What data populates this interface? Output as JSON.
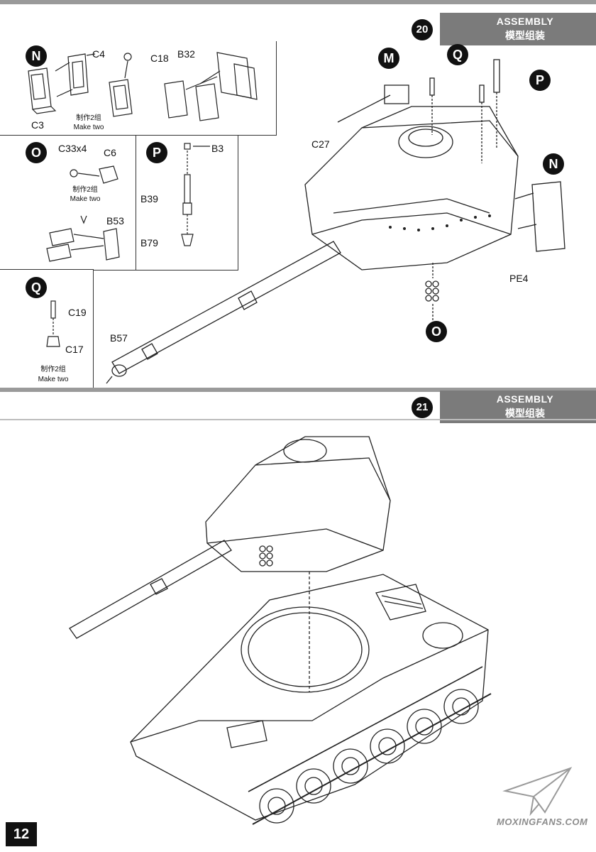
{
  "page": {
    "number": "12",
    "watermark": "MOXINGFANS.COM"
  },
  "steps": [
    {
      "number": "20",
      "title_en": "ASSEMBLY",
      "title_cn": "模型组装"
    },
    {
      "number": "21",
      "title_en": "ASSEMBLY",
      "title_cn": "模型组装"
    }
  ],
  "subassemblies": {
    "N": {
      "badge": "N",
      "parts": [
        "C4",
        "C18",
        "B32",
        "C3"
      ],
      "note_cn": "制作2组",
      "note_en": "Make two"
    },
    "O": {
      "badge": "O",
      "parts": [
        "C33x4",
        "C6",
        "B53"
      ],
      "note_cn": "制作2组",
      "note_en": "Make two"
    },
    "P": {
      "badge": "P",
      "parts": [
        "B3",
        "B39",
        "B79"
      ]
    },
    "Q": {
      "badge": "Q",
      "parts": [
        "C19",
        "C17"
      ],
      "note_cn": "制作2组",
      "note_en": "Make two"
    }
  },
  "step20_callouts": {
    "badges": [
      "M",
      "Q",
      "P",
      "N",
      "O"
    ],
    "parts": [
      "C27",
      "PE4",
      "B57"
    ]
  }
}
